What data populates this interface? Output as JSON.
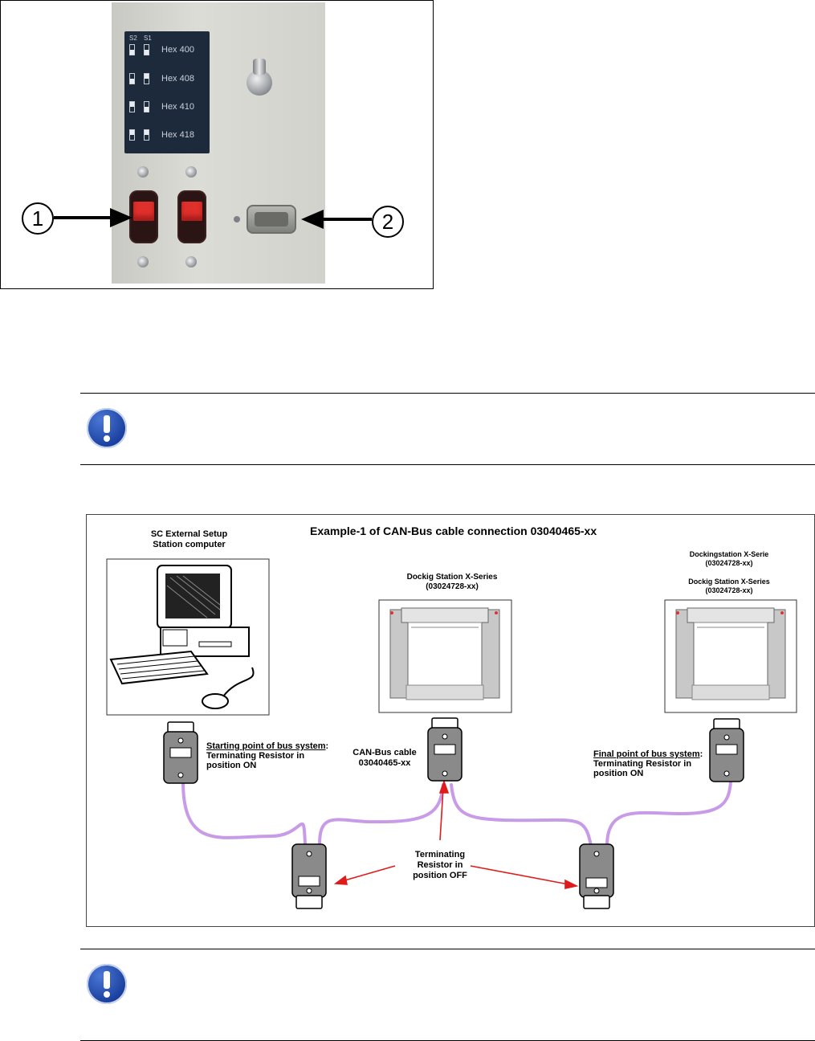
{
  "photo": {
    "plate_header_left": "S2",
    "plate_header_right": "S1",
    "plate_rows": [
      "Hex 400",
      "Hex 408",
      "Hex 410",
      "Hex 418"
    ],
    "callout_1": "1",
    "callout_2": "2"
  },
  "diagram": {
    "title": "Example-1 of CAN-Bus cable connection  03040465-xx",
    "computer_label_line1": "SC External Setup",
    "computer_label_line2": "Station computer",
    "station_mid_line1": "Dockig Station X-Series",
    "station_mid_line2": "(03024728-xx)",
    "station_right_top_line1": "Dockingstation X-Serie",
    "station_right_top_line2": "(03024728-xx)",
    "station_right_line1": "Dockig Station X-Series",
    "station_right_line2": "(03024728-xx)",
    "start_label_u": "Starting point of bus system",
    "start_label_colon": ":",
    "start_label_line2": "Terminating Resistor in",
    "start_label_line3": "position ON",
    "cable_label_line1": "CAN-Bus cable",
    "cable_label_line2": "03040465-xx",
    "final_label_u": "Final point of bus system",
    "final_label_colon": ":",
    "final_label_line2": "Terminating Resistor in",
    "final_label_line3": "position ON",
    "term_off_line1": "Terminating",
    "term_off_line2": "Resistor in",
    "term_off_line3": "position OFF"
  },
  "colors": {
    "cable": "#c89be8",
    "arrow": "#e01b1b",
    "notice_blue": "#1a3f9e"
  }
}
